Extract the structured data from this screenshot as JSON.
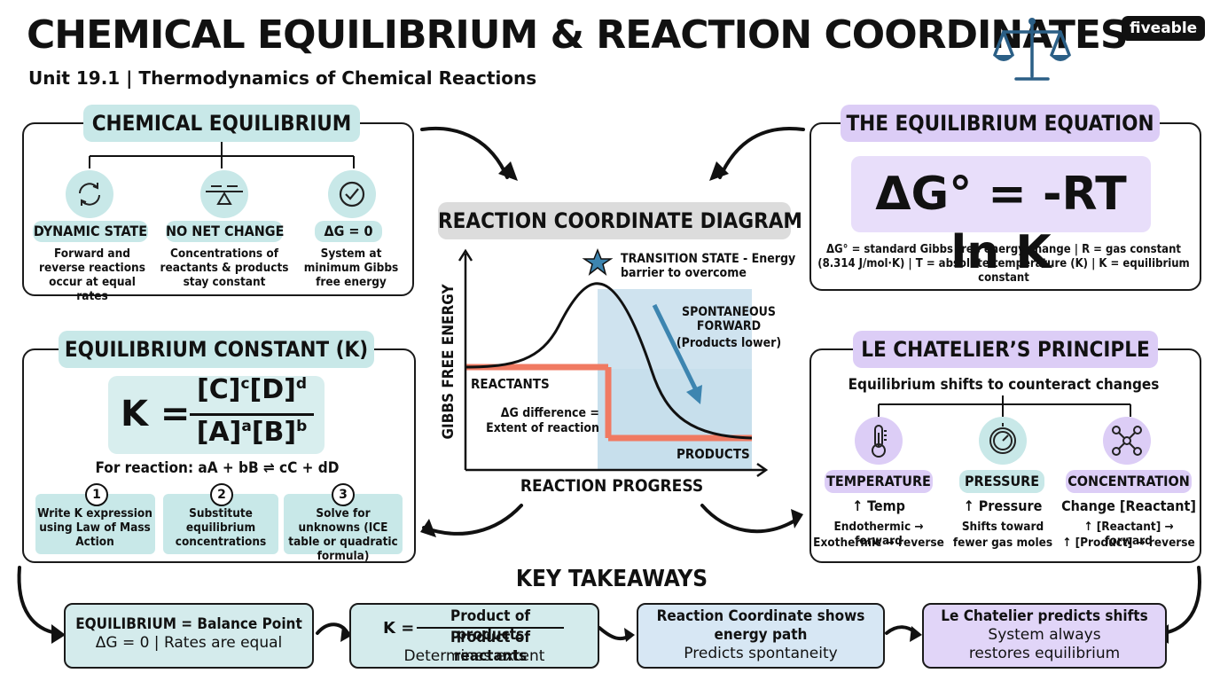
{
  "header": {
    "title": "CHEMICAL EQUILIBRIUM & REACTION COORDINATES",
    "subtitle": "Unit 19.1 | Thermodynamics of Chemical Reactions",
    "brand": "fiveable"
  },
  "equilibrium": {
    "heading": "CHEMICAL EQUILIBRIUM",
    "items": [
      {
        "label": "DYNAMIC STATE",
        "desc": "Forward and reverse reactions occur at equal rates",
        "icon": "cycle-arrows-icon"
      },
      {
        "label": "NO NET CHANGE",
        "desc": "Concentrations of reactants & products stay constant",
        "icon": "balance-seesaw-icon"
      },
      {
        "label": "ΔG = 0",
        "desc": "System at minimum Gibbs free energy",
        "icon": "checkmark-icon"
      }
    ]
  },
  "equation": {
    "heading": "THE EQUILIBRIUM EQUATION",
    "formula": "ΔG° = -RT ln K",
    "legend": "ΔG° = standard Gibbs free energy change | R = gas constant (8.314 J/mol·K) | T = absolute temperature (K) | K = equilibrium constant"
  },
  "diagram": {
    "heading": "REACTION COORDINATE DIAGRAM",
    "y_axis": "GIBBS FREE ENERGY",
    "x_axis": "REACTION PROGRESS",
    "transition": "TRANSITION STATE - Energy barrier to overcome",
    "spontaneous": "SPONTANEOUS FORWARD",
    "spontaneous_note": "(Products lower)",
    "reactants": "REACTANTS",
    "products": "PRODUCTS",
    "delta_g": "ΔG difference = Extent of reaction"
  },
  "constant": {
    "heading": "EQUILIBRIUM CONSTANT (K)",
    "k": "K =",
    "numerator": "[C]",
    "num_exp1": "c",
    "numerator2": "[D]",
    "num_exp2": "d",
    "denominator": "[A]",
    "den_exp1": "a",
    "denominator2": "[B]",
    "den_exp2": "b",
    "reaction": "For reaction: aA + bB ⇌ cC + dD",
    "steps": [
      {
        "num": "1",
        "text": "Write K expression using Law of Mass Action"
      },
      {
        "num": "2",
        "text": "Substitute equilibrium concentrations"
      },
      {
        "num": "3",
        "text": "Solve for unknowns (ICE table or quadratic formula)"
      }
    ]
  },
  "lechatelier": {
    "heading": "LE CHATELIER’S PRINCIPLE",
    "intro": "Equilibrium shifts to counteract changes",
    "items": [
      {
        "label": "TEMPERATURE",
        "head": "↑ Temp",
        "line1": "Endothermic → forward",
        "line2": "Exothermic → reverse",
        "icon": "thermometer-icon"
      },
      {
        "label": "PRESSURE",
        "head": "↑ Pressure",
        "line1": "Shifts toward",
        "line2": "fewer gas moles",
        "icon": "pressure-gauge-icon"
      },
      {
        "label": "CONCENTRATION",
        "head": "Change [Reactant]",
        "line1": "↑ [Reactant] → forward",
        "line2": "↑ [Product] → reverse",
        "icon": "molecule-icon"
      }
    ]
  },
  "takeaways": {
    "heading": "KEY TAKEAWAYS",
    "cards": [
      {
        "bold": "EQUILIBRIUM = Balance Point",
        "text": "ΔG = 0 | Rates are equal"
      },
      {
        "k": "K =",
        "num": "Product of products",
        "den": "Product of reactants",
        "text": "Determines extent"
      },
      {
        "bold": "Reaction Coordinate shows energy path",
        "text": "Predicts spontaneity"
      },
      {
        "bold": "Le Chatelier predicts shifts",
        "text": "System always restores equilibrium"
      }
    ]
  }
}
